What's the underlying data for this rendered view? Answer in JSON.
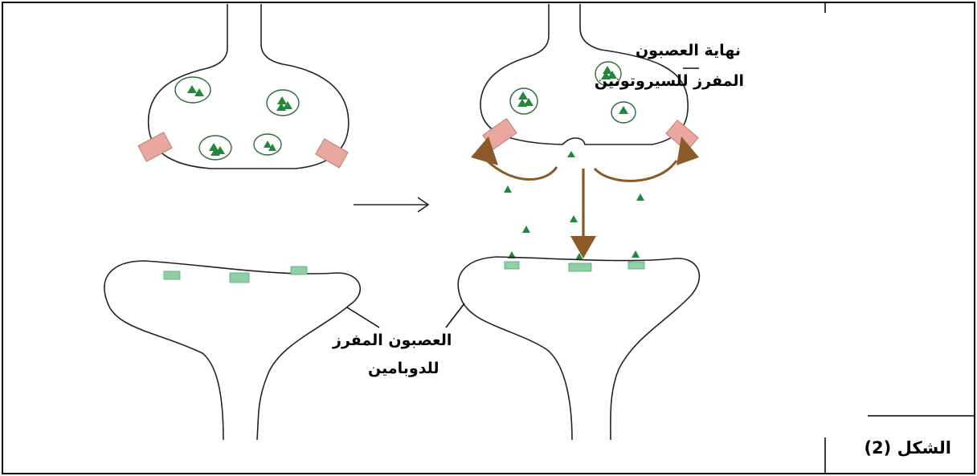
{
  "labels": {
    "serotonin_terminal_line1": "نهاية العصبون",
    "serotonin_terminal_line2": "المفرز للسيروتونين",
    "dopamine_neuron_line1": "العصبون المفرز",
    "dopamine_neuron_line2": "للدوبامين",
    "figure_caption": "الشكل (2)"
  },
  "colors": {
    "membrane": "#222222",
    "vesicle_outline": "#2e6b3a",
    "neurotransmitter": "#1f8a3a",
    "transporter": "#e8a8a0",
    "transporter_stroke": "#c07a72",
    "receptor": "#8fcfa6",
    "flow_arrow": "#8a5a28"
  },
  "icons": {
    "process_arrow": "right-arrow-icon",
    "reuptake_arrows": "curved-arrow-icon",
    "release_arrow": "down-arrow-icon"
  }
}
